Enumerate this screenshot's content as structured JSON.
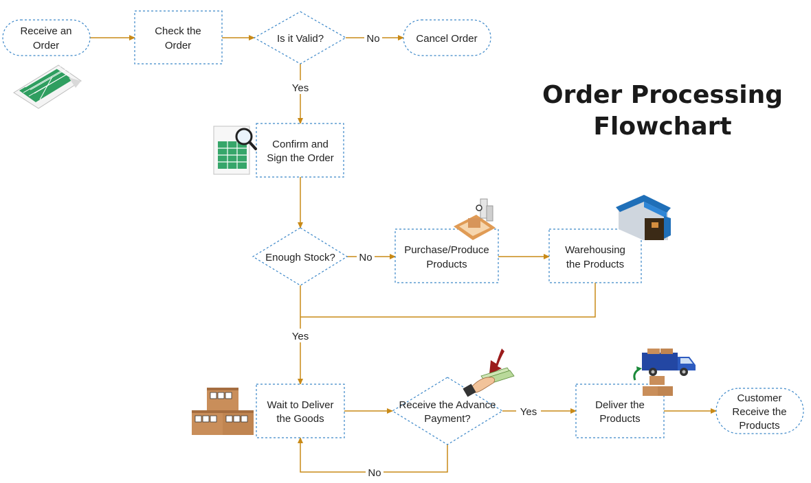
{
  "title": {
    "line1": "Order Processing",
    "line2": "Flowchart"
  },
  "colors": {
    "connector": "#c98a17",
    "shape_border": "#3a86c8",
    "text": "#222222"
  },
  "nodes": {
    "receive_order": {
      "line1": "Receive an",
      "line2": "Order"
    },
    "check_order": {
      "line1": "Check the",
      "line2": "Order"
    },
    "is_valid": {
      "line1": "Is it Valid?"
    },
    "cancel_order": {
      "line1": "Cancel Order"
    },
    "confirm_sign": {
      "line1": "Confirm and",
      "line2": "Sign the Order"
    },
    "enough_stock": {
      "line1": "Enough Stock?"
    },
    "purchase_produce": {
      "line1": "Purchase/Produce",
      "line2": "Products"
    },
    "warehousing": {
      "line1": "Warehousing",
      "line2": "the Products"
    },
    "wait_deliver": {
      "line1": "Wait to Deliver",
      "line2": "the Goods"
    },
    "advance_payment": {
      "line1": "Receive the Advance",
      "line2": "Payment?"
    },
    "deliver_products": {
      "line1": "Deliver the",
      "line2": "Products"
    },
    "customer_receive": {
      "line1": "Customer",
      "line2": "Receive the",
      "line3": "Products"
    }
  },
  "edge_labels": {
    "valid_no": "No",
    "valid_yes": "Yes",
    "stock_no": "No",
    "stock_yes": "Yes",
    "payment_yes": "Yes",
    "payment_no": "No"
  },
  "icons": [
    "spreadsheet-icon",
    "spreadsheet-search-icon",
    "inspection-box-icon",
    "warehouse-icon",
    "boxes-icon",
    "payment-hand-icon",
    "delivery-truck-icon"
  ]
}
